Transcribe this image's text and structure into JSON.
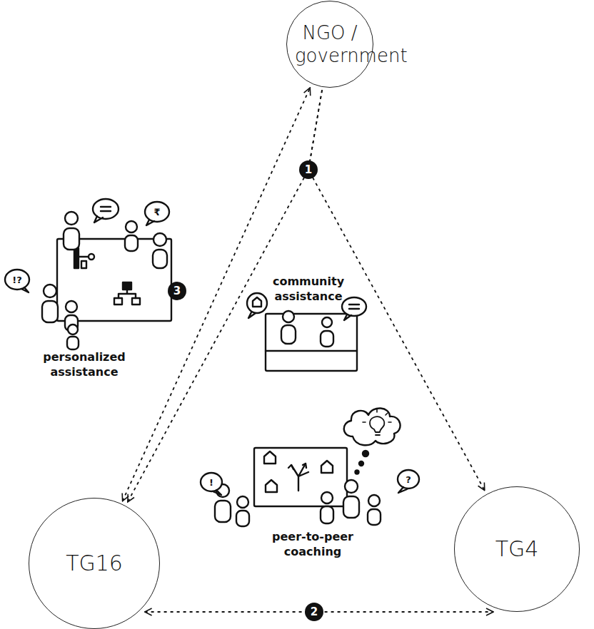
{
  "diagram": {
    "nodes": [
      {
        "text": [
          "NGO / government"
        ]
      },
      {
        "text": [
          "TG16"
        ]
      },
      {
        "text": [
          "TG4"
        ]
      }
    ],
    "edges": [
      {
        "from": 0,
        "to": 1,
        "arrow": "to"
      },
      {
        "from": 0,
        "to": 2,
        "arrow": "to"
      },
      {
        "from": 1,
        "to": 2,
        "arrow": "both"
      },
      {
        "from": 1,
        "to": 0,
        "arrow": "both"
      }
    ],
    "labels": [
      "1",
      "2",
      "3",
      "community assistance",
      "personalized assistance",
      "peer-to-peer coaching",
      "!?",
      "₹",
      "!",
      "?"
    ]
  }
}
